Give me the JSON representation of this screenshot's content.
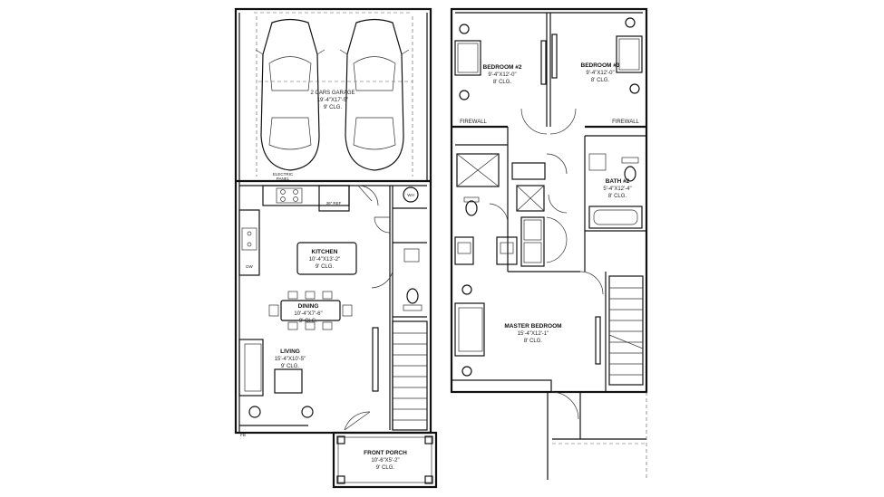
{
  "ground_floor": {
    "garage": {
      "name": "2 CARS GARAGE",
      "dims": "19'-4\"X17'-5\"",
      "clg": "9' CLG."
    },
    "electric_panel": {
      "line1": "ELECTRIC",
      "line2": "PANEL"
    },
    "ref": "36\" REF",
    "wh": "WH",
    "dw": "DW",
    "kitchen": {
      "name": "KITCHEN",
      "dims": "10'-4\"X13'-2\"",
      "clg": "9' CLG."
    },
    "dining": {
      "name": "DINING",
      "dims": "10'-4\"X7'-6\"",
      "clg": "9' CLG."
    },
    "living": {
      "name": "LIVING",
      "dims": "15'-4\"X10'-5\"",
      "clg": "9' CLG."
    },
    "front_porch": {
      "name": "FRONT PORCH",
      "dims": "10'-6\"X5'-2\"",
      "clg": "9' CLG."
    },
    "fb": "FB"
  },
  "upper_floor": {
    "bedroom2": {
      "name": "BEDROOM #2",
      "dims": "9'-4\"X12'-0\"",
      "clg": "8' CLG."
    },
    "bedroom3": {
      "name": "BEDROOM #3",
      "dims": "9'-4\"X12'-0\"",
      "clg": "8' CLG."
    },
    "firewall_left": "FIREWALL",
    "firewall_right": "FIREWALL",
    "bath2": {
      "name": "BATH #2",
      "dims": "5'-4\"X12'-4\"",
      "clg": "8' CLG."
    },
    "master": {
      "name": "MASTER BEDROOM",
      "dims": "15'-4\"X12'-1\"",
      "clg": "8' CLG."
    }
  }
}
